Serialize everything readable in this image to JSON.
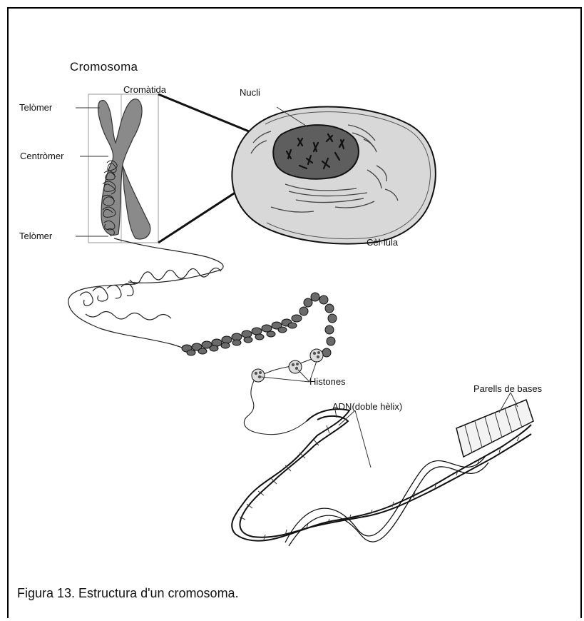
{
  "diagram": {
    "title": "Cromosoma",
    "labels": {
      "cromatida": "Cromàtida",
      "telomer_top": "Telòmer",
      "centromer": "Centròmer",
      "telomer_bottom": "Telòmer",
      "nucli": "Nucli",
      "cellula": "Cèl·lula",
      "histones": "Histones",
      "parells_bases": "Parells de bases",
      "adn": "ADN(doble hèlix)"
    },
    "caption": "Figura 13. Estructura d'un cromosoma."
  }
}
